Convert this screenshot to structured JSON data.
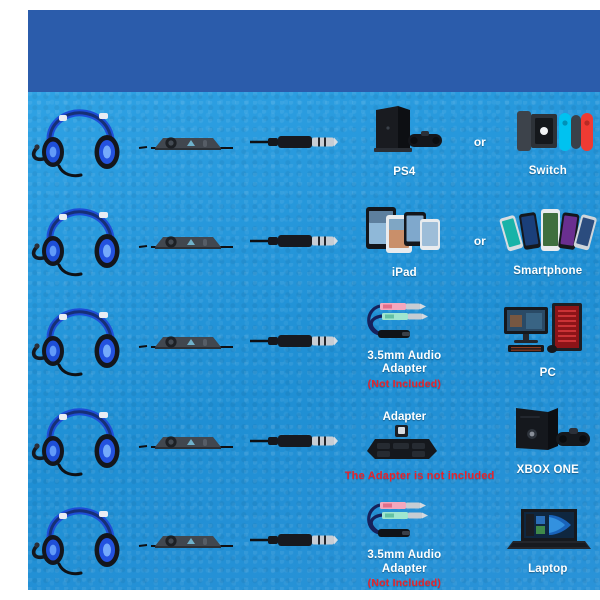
{
  "page": {
    "background_header_color": "#2b5cab",
    "background_body_color": "#2196de",
    "label_color": "#ffffff",
    "warning_color": "#e8242b"
  },
  "product": {
    "headset_name": "gaming-headset",
    "inline_control_name": "inline-volume-controller",
    "plug_name": "3.5mm-plug"
  },
  "rows": [
    {
      "id": "row-ps4-switch",
      "middle": {
        "label": "PS4",
        "icon": "ps4-console-icon"
      },
      "separator": "or",
      "right": {
        "label": "Switch",
        "icon": "nintendo-switch-icon"
      }
    },
    {
      "id": "row-ipad-smartphone",
      "middle": {
        "label": "iPad",
        "icon": "ipad-tablets-icon"
      },
      "separator": "or",
      "right": {
        "label": "Smartphone",
        "icon": "smartphones-icon"
      }
    },
    {
      "id": "row-pc",
      "middle": {
        "label": "3.5mm Audio Adapter",
        "note": "(Not Included)",
        "icon": "y-splitter-adapter-icon"
      },
      "separator": "",
      "right": {
        "label": "PC",
        "icon": "desktop-pc-icon"
      }
    },
    {
      "id": "row-xbox-one",
      "middle": {
        "top_label": "Adapter",
        "label": "",
        "icon": "xbox-stereo-adapter-icon"
      },
      "banner": "The Adapter is not included",
      "separator": "",
      "right": {
        "label": "XBOX ONE",
        "icon": "xbox-one-console-icon"
      }
    },
    {
      "id": "row-laptop",
      "middle": {
        "label": "3.5mm Audio Adapter",
        "note": "(Not Included)",
        "icon": "y-splitter-adapter-icon"
      },
      "separator": "",
      "right": {
        "label": "Laptop",
        "icon": "laptop-icon"
      }
    }
  ]
}
